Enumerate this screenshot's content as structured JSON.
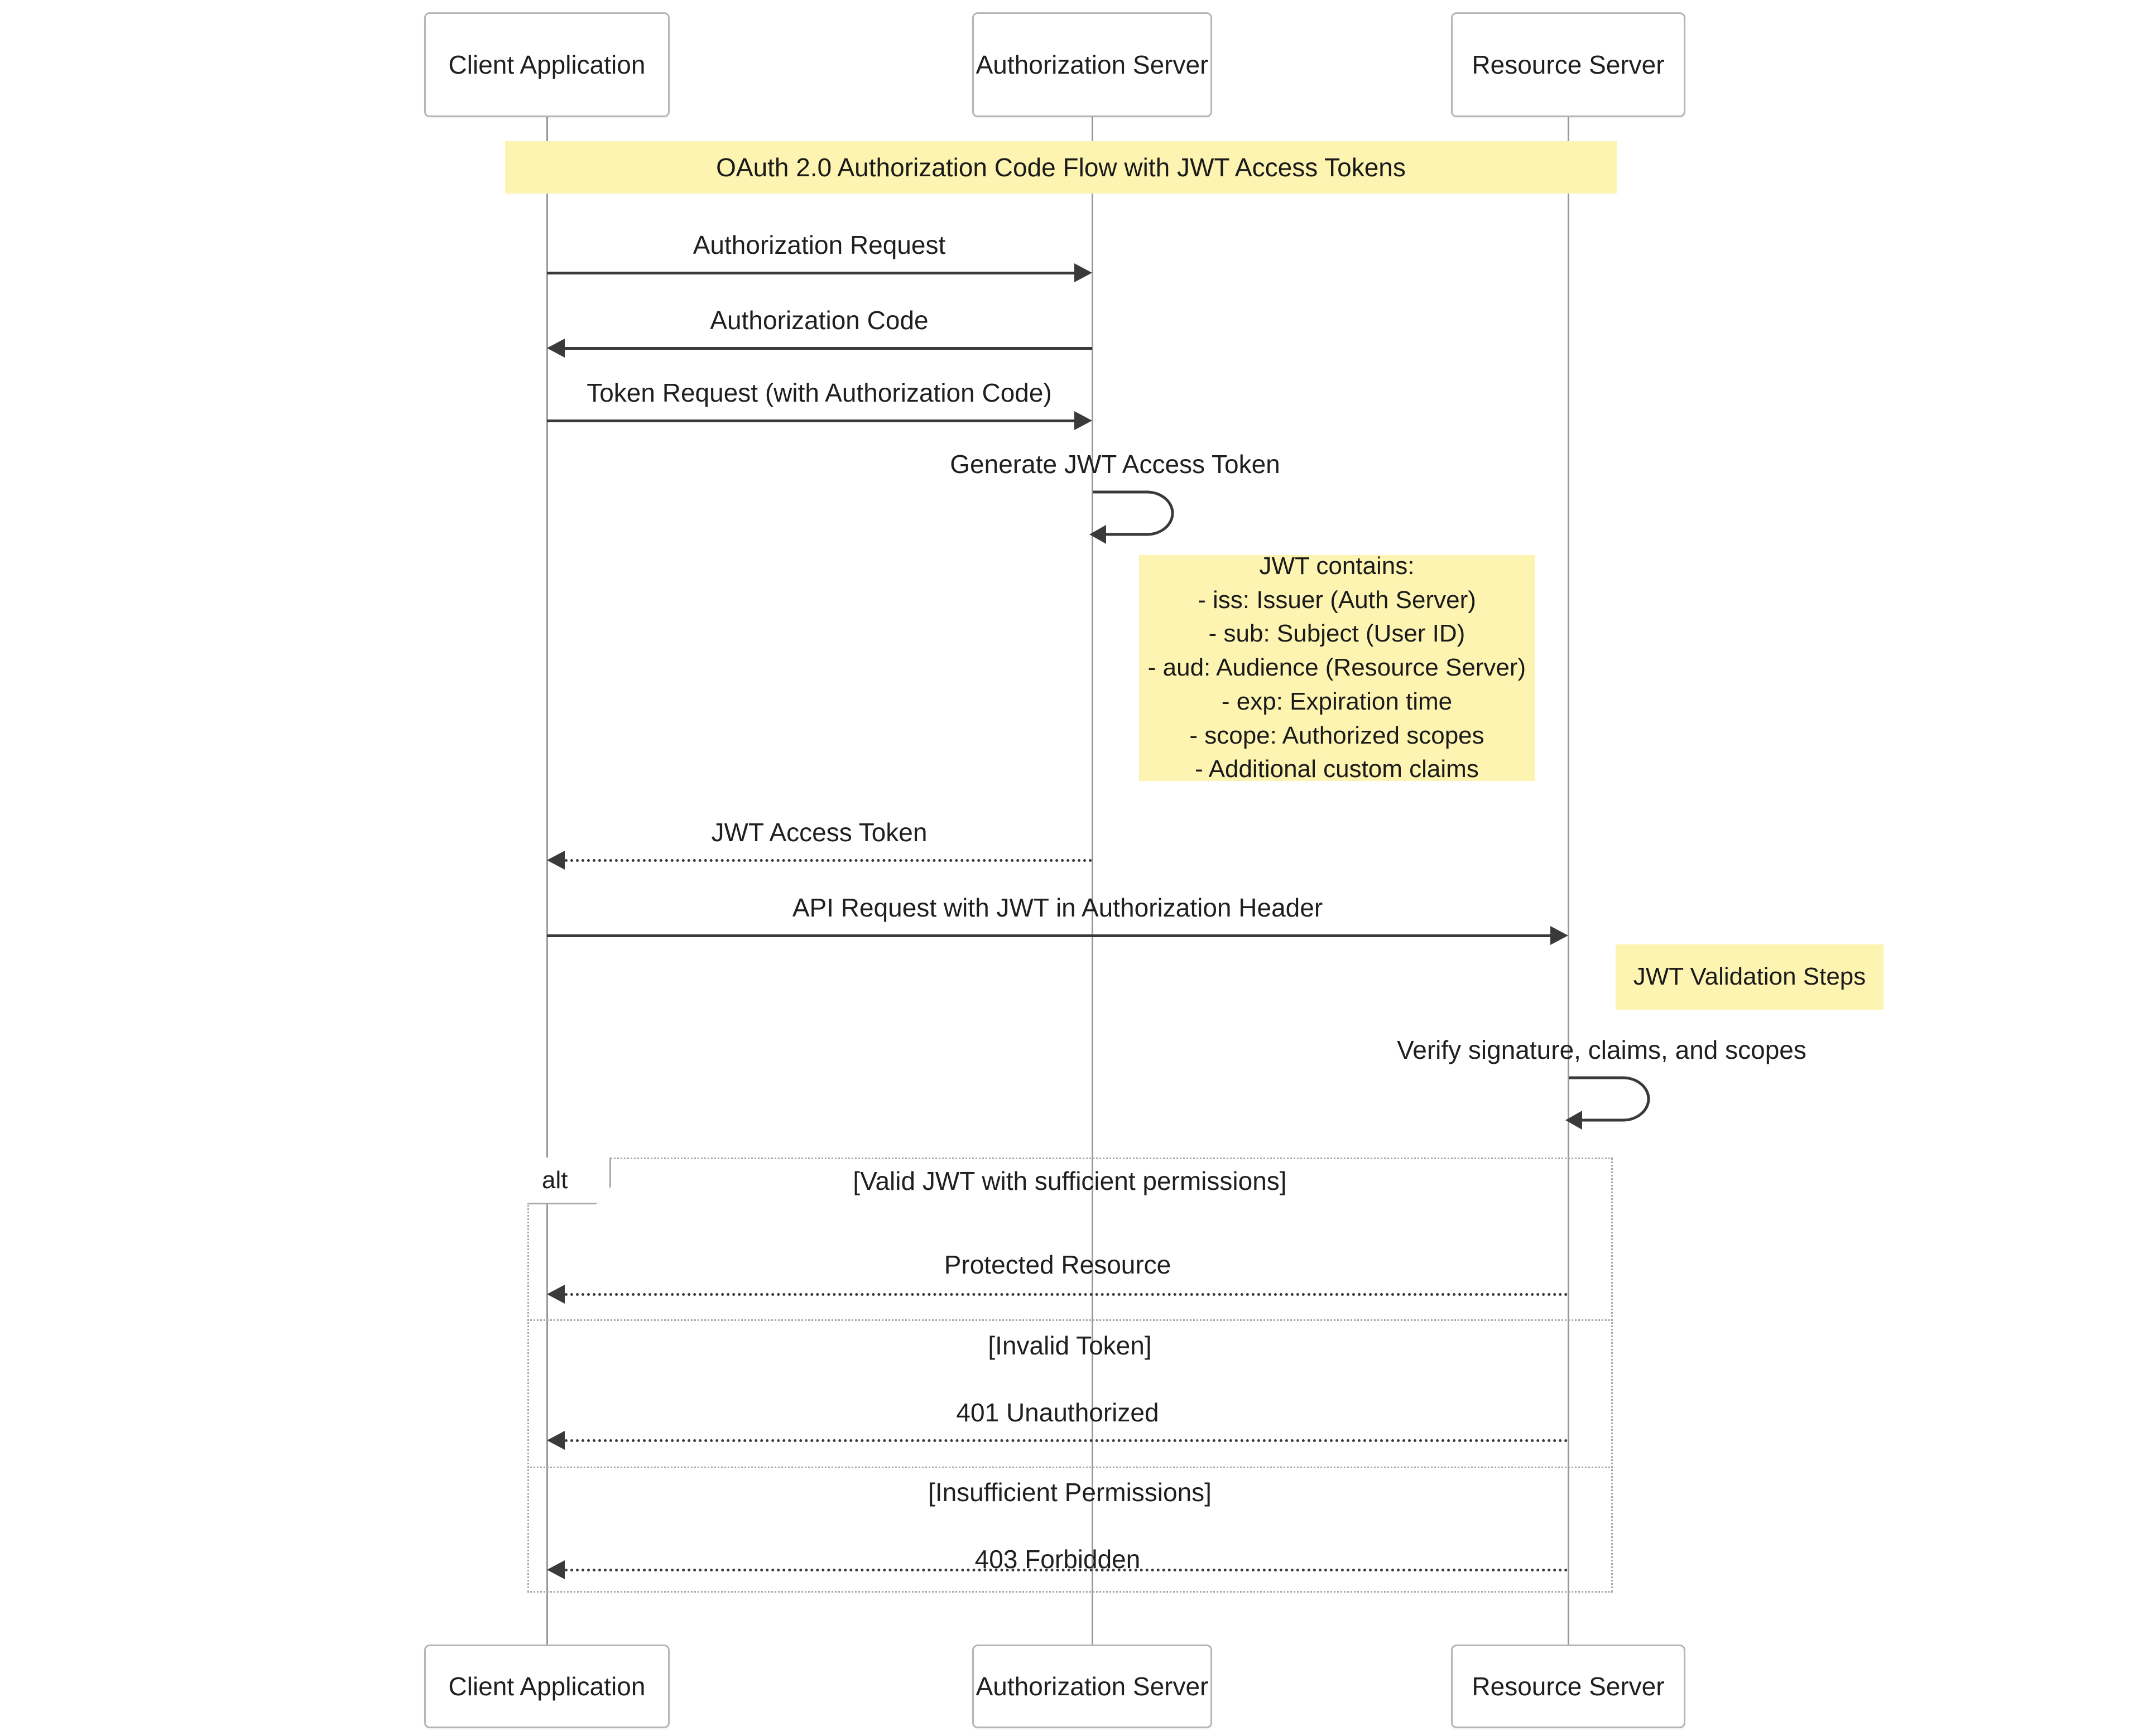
{
  "diagram": {
    "type": "uml-sequence-diagram",
    "title_banner": "OAuth 2.0 Authorization Code Flow with JWT Access Tokens",
    "participants": [
      {
        "id": "client",
        "label": "Client Application"
      },
      {
        "id": "auth",
        "label": "Authorization Server"
      },
      {
        "id": "resource",
        "label": "Resource Server"
      }
    ],
    "participants_bottom": [
      {
        "id": "client",
        "label": "Client Application"
      },
      {
        "id": "auth",
        "label": "Authorization Server"
      },
      {
        "id": "resource",
        "label": "Resource Server"
      }
    ],
    "messages": [
      {
        "id": "m1",
        "label": "Authorization Request",
        "from": "client",
        "to": "auth",
        "style": "solid",
        "direction": "right"
      },
      {
        "id": "m2",
        "label": "Authorization Code",
        "from": "auth",
        "to": "client",
        "style": "solid",
        "direction": "left"
      },
      {
        "id": "m3",
        "label": "Token Request (with Authorization Code)",
        "from": "client",
        "to": "auth",
        "style": "solid",
        "direction": "right"
      },
      {
        "id": "m4",
        "label": "Generate JWT Access Token",
        "from": "auth",
        "to": "auth",
        "style": "self",
        "direction": "self"
      },
      {
        "id": "m5",
        "label": "JWT Access Token",
        "from": "auth",
        "to": "client",
        "style": "dashed",
        "direction": "left"
      },
      {
        "id": "m6",
        "label": "API Request with JWT in Authorization Header",
        "from": "client",
        "to": "resource",
        "style": "solid",
        "direction": "right"
      },
      {
        "id": "m7",
        "label": "Verify signature, claims, and scopes",
        "from": "resource",
        "to": "resource",
        "style": "self",
        "direction": "self"
      },
      {
        "id": "m8",
        "label": "Protected Resource",
        "from": "resource",
        "to": "client",
        "style": "dashed",
        "direction": "left"
      },
      {
        "id": "m9",
        "label": "401 Unauthorized",
        "from": "resource",
        "to": "client",
        "style": "dashed",
        "direction": "left"
      },
      {
        "id": "m10",
        "label": "403 Forbidden",
        "from": "resource",
        "to": "client",
        "style": "dashed",
        "direction": "left"
      }
    ],
    "notes": [
      {
        "id": "jwt-contains",
        "attached_to": "auth",
        "lines": [
          "JWT contains:",
          "- iss: Issuer (Auth Server)",
          "- sub: Subject (User ID)",
          "- aud: Audience (Resource Server)",
          "- exp: Expiration time",
          "- scope: Authorized scopes",
          "- Additional custom claims"
        ]
      },
      {
        "id": "jwt-validation-steps",
        "attached_to": "resource",
        "lines": [
          "JWT Validation Steps"
        ]
      }
    ],
    "fragment": {
      "id": "alt-fragment",
      "operator": "alt",
      "branches": [
        {
          "id": "b1",
          "condition": "[Valid JWT with sufficient permissions]"
        },
        {
          "id": "b2",
          "condition": "[Invalid Token]"
        },
        {
          "id": "b3",
          "condition": "[Insufficient Permissions]"
        }
      ]
    },
    "colors": {
      "note_fill": "#fcf4b0",
      "actor_border": "#b6b6b6",
      "lifeline": "#9a9a9a",
      "arrow": "#3a3a3a",
      "frame_border": "#a9a9a9",
      "text": "#1f1f1f",
      "background": "#ffffff"
    }
  }
}
